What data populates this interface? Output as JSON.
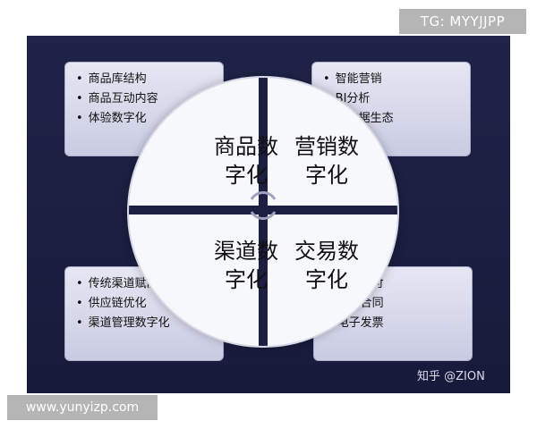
{
  "watermarks": {
    "top_right": "TG: MYYJJPP",
    "bottom_left": "www.yunyizp.com",
    "source": "知乎 @ZION"
  },
  "quadrants": {
    "top_left": {
      "line1": "商品数",
      "line2": "字化"
    },
    "top_right": {
      "line1": "营销数",
      "line2": "字化"
    },
    "bottom_left": {
      "line1": "渠道数",
      "line2": "字化"
    },
    "bottom_right": {
      "line1": "交易数",
      "line2": "字化"
    }
  },
  "boxes": {
    "top_left": [
      "商品库结构",
      "商品互动内容",
      "体验数字化"
    ],
    "top_right": [
      "智能营销",
      "BI分析",
      "大数据生态"
    ],
    "bottom_left": [
      "传统渠道赋能",
      "供应链优化",
      "渠道管理数字化"
    ],
    "bottom_right": [
      "电子支付",
      "电子合同",
      "电子发票"
    ]
  },
  "colors": {
    "background_panel": "#1c1f42",
    "box_fill": "#d8d9ea",
    "disc_fill": "#f7f8fb"
  },
  "icons": {
    "center": "cycle-arrows-icon"
  }
}
